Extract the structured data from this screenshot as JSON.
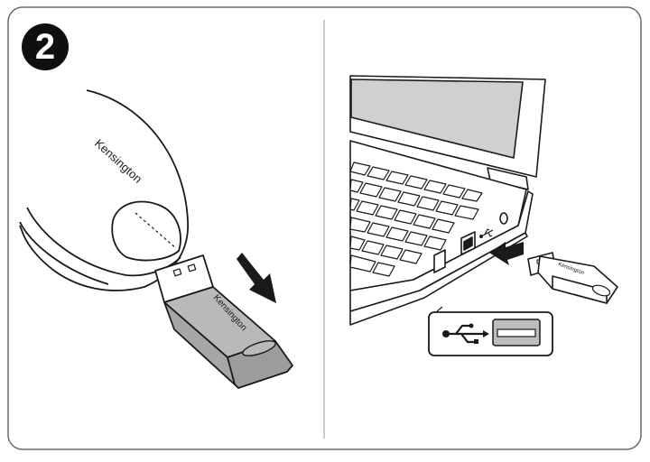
{
  "step": {
    "number": "2"
  },
  "left_panel": {
    "mouse_brand": "Kensington",
    "receiver_brand": "Kensington"
  },
  "right_panel": {
    "receiver_brand": "Kensington"
  },
  "colors": {
    "outline": "#1a1a1a",
    "receiver_gray": "#b9b9b9",
    "receiver_face": "#9c9c9c",
    "screen_gray": "#d0d0d0",
    "frame_border": "#6b6b6b",
    "divider": "#9a9a9a",
    "badge": "#0f0f0f"
  },
  "icons": [
    "usb-symbol-icon",
    "usb-port-icon",
    "arrow-icon"
  ]
}
